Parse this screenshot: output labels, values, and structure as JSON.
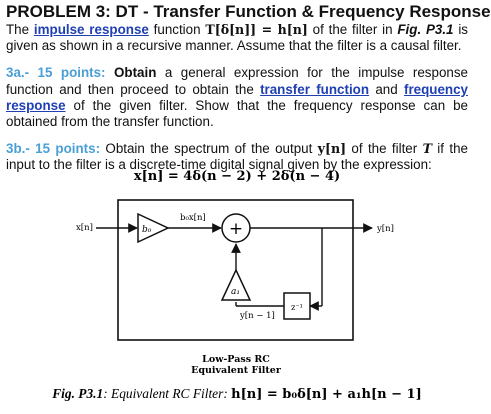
{
  "title": "PROBLEM 3: DT - Transfer Function & Frequency Response",
  "intro": {
    "t1": "The ",
    "link1": "impulse response",
    "t2": " function ",
    "math1": "T[δ[n]] = h[n]",
    "t3": " of the filter in ",
    "figref": "Fig. P3.1",
    "t4": " is given as shown in a recursive manner. Assume that the filter is a causal filter."
  },
  "part3a": {
    "label": "3a.- 15 points:",
    "verb": "Obtain",
    "t1": " a general expression for the impulse response function and then proceed to obtain the ",
    "link1": "transfer function",
    "t2": " and ",
    "link2": "frequency response",
    "t3": " of the given filter. Show that the frequency response can be obtained from the transfer function."
  },
  "part3b": {
    "label": "3b.- 15 points:",
    "t1": " Obtain the spectrum of the output ",
    "math1": "y[n]",
    "t2": " of the filter ",
    "math2": "T",
    "t3": " if the input to the filter is a discrete-time digital signal given by the expression:"
  },
  "equation": "x[n] = 4δ(n − 2) + 2δ(n − 4)",
  "diagram": {
    "input_label": "x[n]",
    "output_label": "y[n]",
    "gain_b0": "b₀",
    "gain_a1": "a₁",
    "b0x_label": "b₀x[n]",
    "adder_symbol": "+",
    "delay_label": "z⁻¹",
    "feedback_label": "y[n − 1]",
    "filter_name_line1": "Low-Pass RC",
    "filter_name_line2": "Equivalent Filter"
  },
  "caption": {
    "label": "Fig. P3.1",
    "text": ": Equivalent RC Filter: ",
    "math": "h[n] = b₀δ[n] + a₁h[n − 1]"
  }
}
